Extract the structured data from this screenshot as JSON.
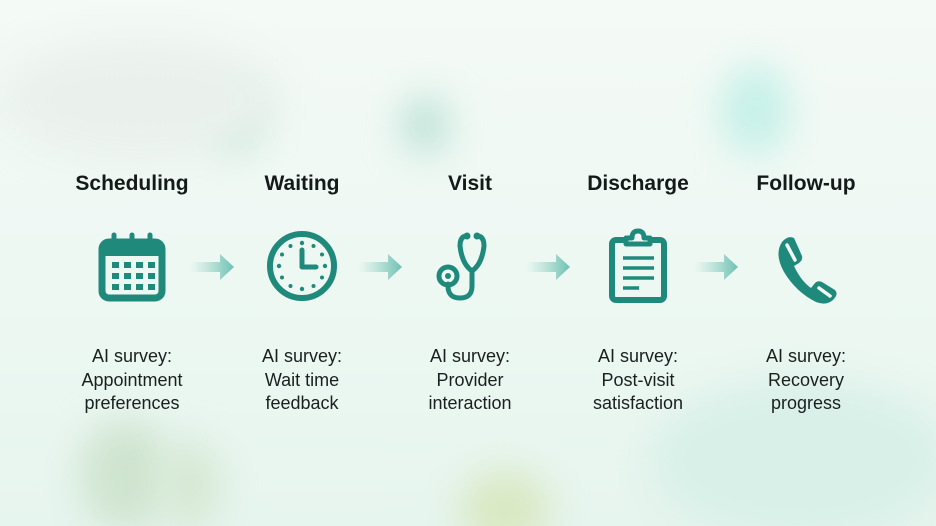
{
  "colors": {
    "accent": "#1f8a7c",
    "text": "#141a1a",
    "background": "#eef8f3"
  },
  "stages": [
    {
      "title": "Scheduling",
      "icon": "calendar-icon",
      "desc_line1": "AI survey:",
      "desc_line2": "Appointment",
      "desc_line3": "preferences"
    },
    {
      "title": "Waiting",
      "icon": "clock-icon",
      "desc_line1": "AI survey:",
      "desc_line2": "Wait time",
      "desc_line3": "feedback"
    },
    {
      "title": "Visit",
      "icon": "stethoscope-icon",
      "desc_line1": "AI survey:",
      "desc_line2": "Provider",
      "desc_line3": "interaction"
    },
    {
      "title": "Discharge",
      "icon": "clipboard-icon",
      "desc_line1": "AI survey:",
      "desc_line2": "Post-visit",
      "desc_line3": "satisfaction"
    },
    {
      "title": "Follow-up",
      "icon": "phone-icon",
      "desc_line1": "AI survey:",
      "desc_line2": "Recovery",
      "desc_line3": "progress"
    }
  ]
}
